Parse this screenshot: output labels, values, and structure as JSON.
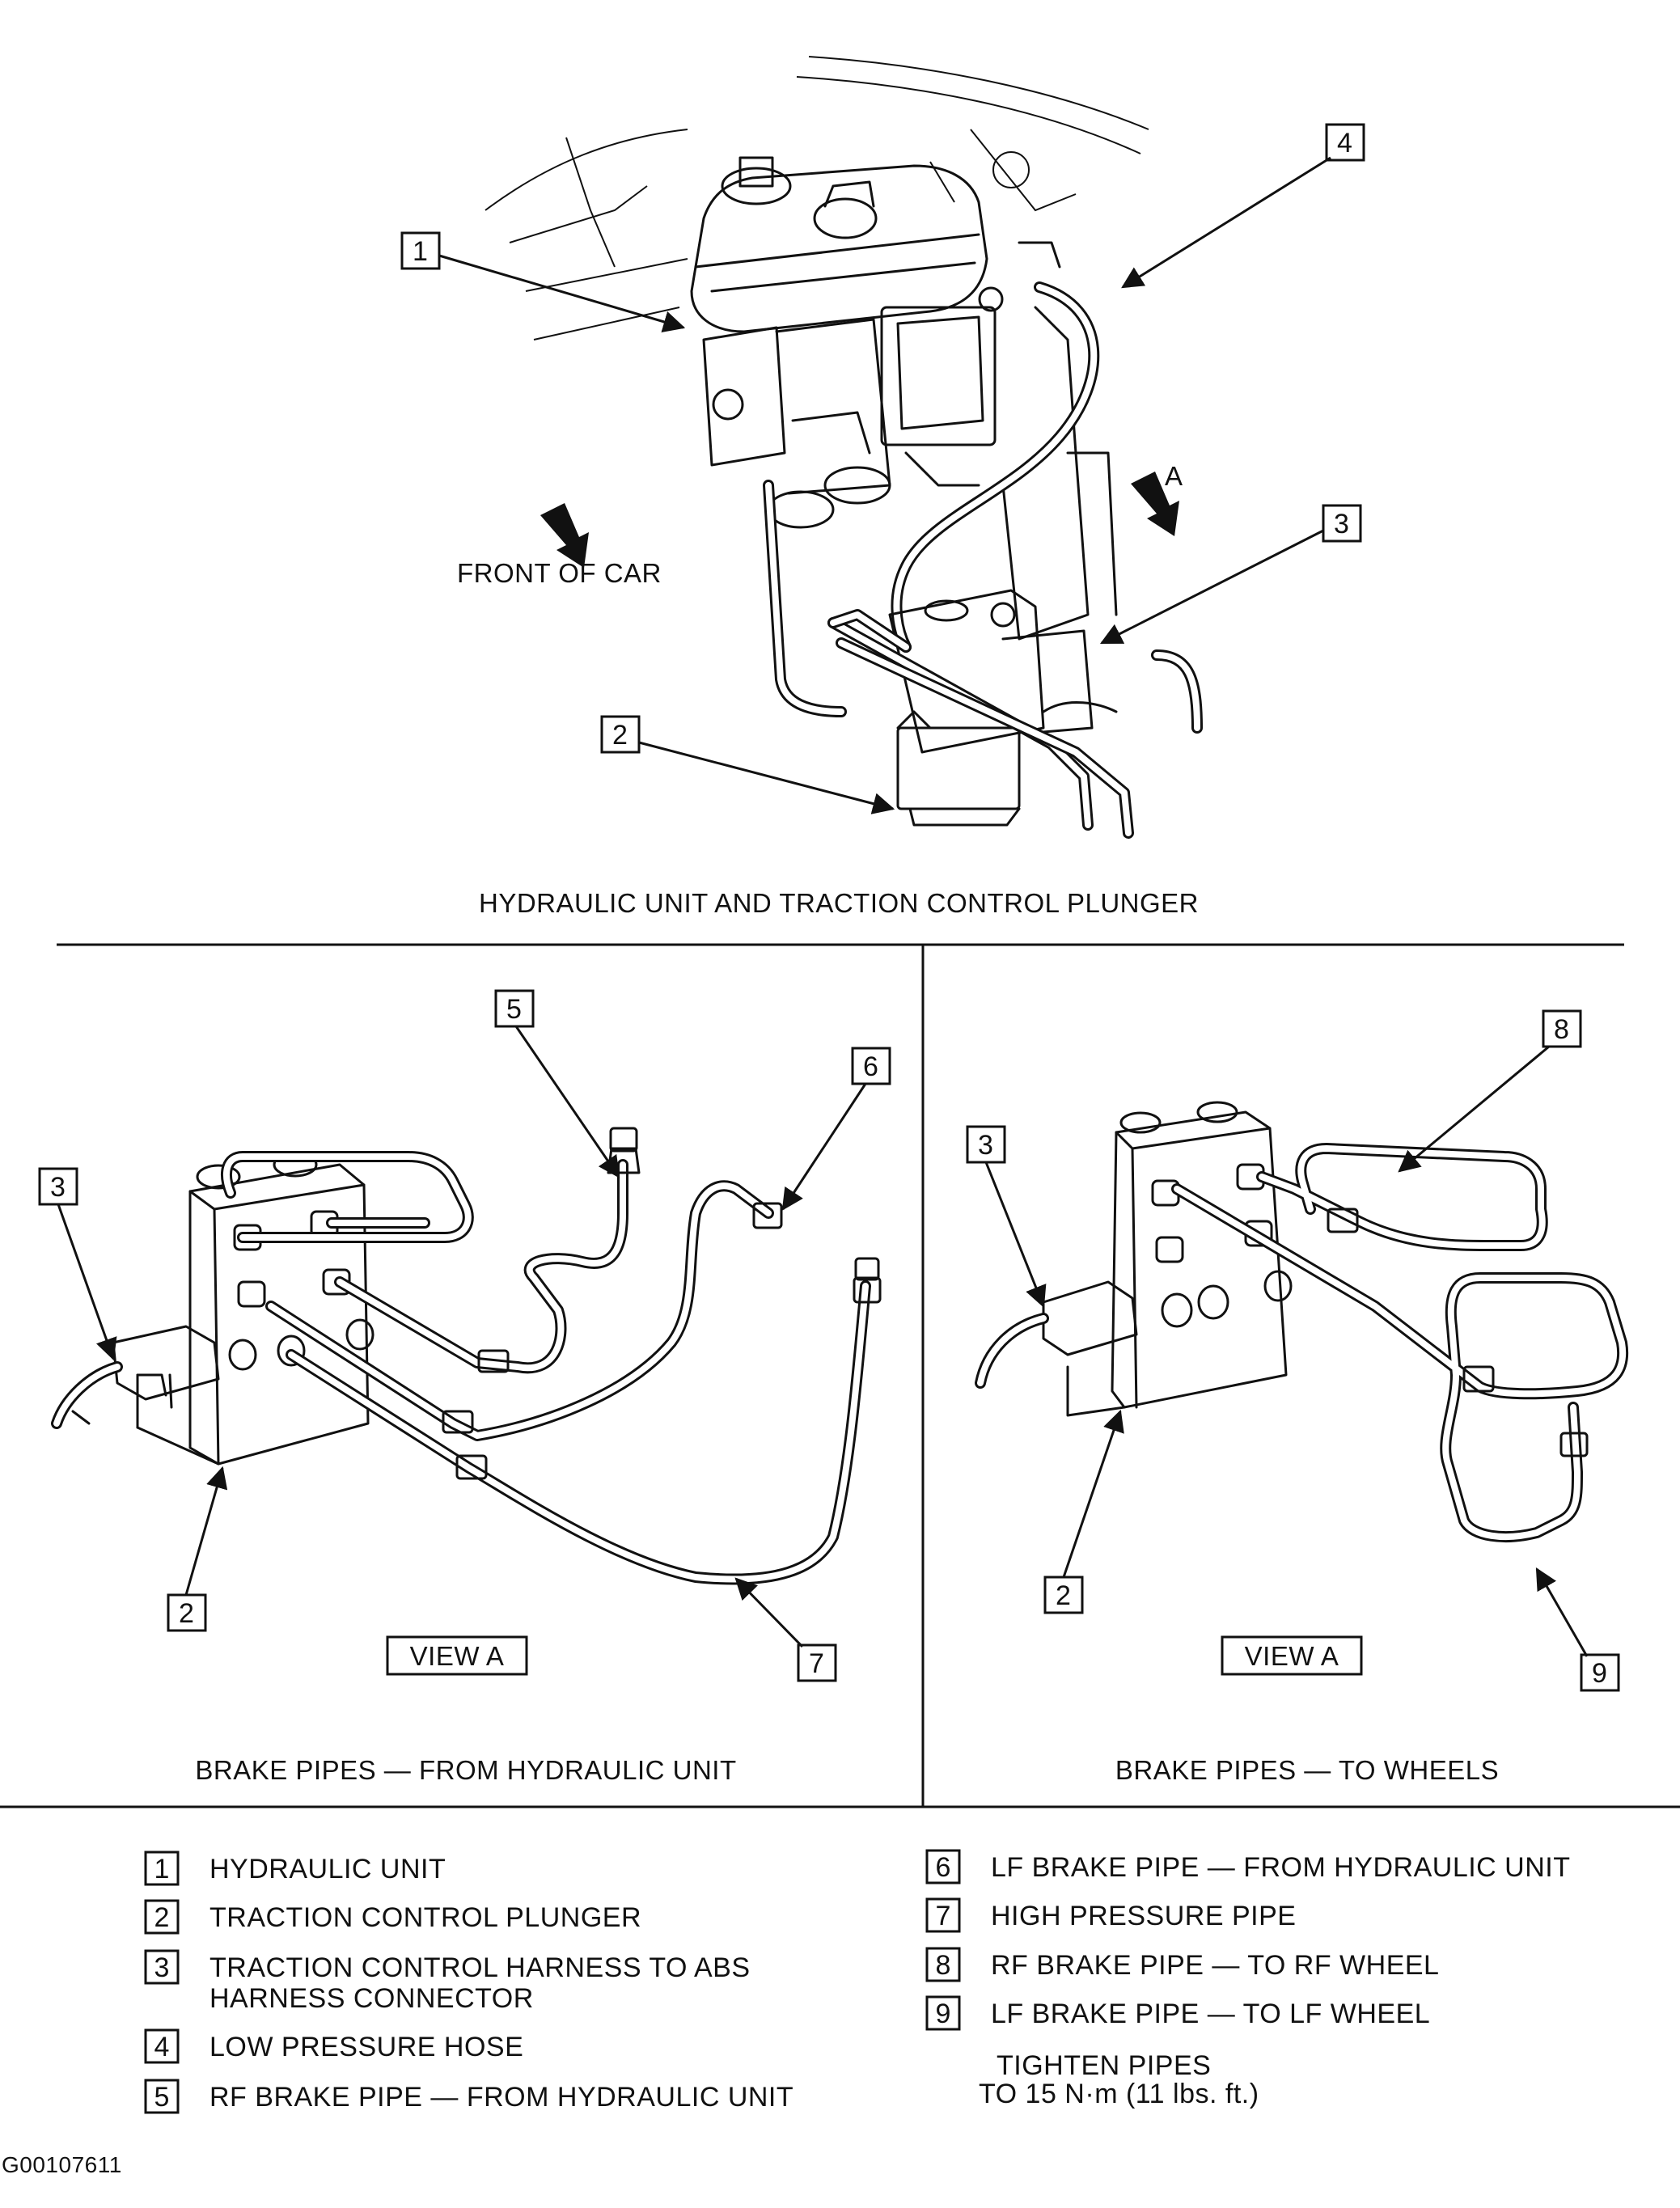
{
  "top_view": {
    "caption": "HYDRAULIC UNIT AND TRACTION CONTROL PLUNGER",
    "front_label": "FRONT OF CAR",
    "view_marker": "A",
    "callouts": [
      "1",
      "2",
      "3",
      "4"
    ]
  },
  "left_view": {
    "view_label": "VIEW A",
    "caption": "BRAKE PIPES — FROM HYDRAULIC UNIT",
    "callouts": [
      "2",
      "3",
      "5",
      "6",
      "7"
    ]
  },
  "right_view": {
    "view_label": "VIEW A",
    "caption": "BRAKE PIPES — TO WHEELS",
    "callouts": [
      "2",
      "3",
      "8",
      "9"
    ]
  },
  "legend": {
    "items": [
      {
        "num": "1",
        "text": "HYDRAULIC UNIT"
      },
      {
        "num": "2",
        "text": "TRACTION CONTROL PLUNGER"
      },
      {
        "num": "3",
        "text": "TRACTION CONTROL HARNESS TO ABS",
        "text2": "HARNESS CONNECTOR"
      },
      {
        "num": "4",
        "text": "LOW PRESSURE HOSE"
      },
      {
        "num": "5",
        "text": "RF BRAKE PIPE — FROM HYDRAULIC UNIT"
      },
      {
        "num": "6",
        "text": "LF BRAKE PIPE — FROM HYDRAULIC UNIT"
      },
      {
        "num": "7",
        "text": "HIGH PRESSURE PIPE"
      },
      {
        "num": "8",
        "text": "RF BRAKE PIPE — TO RF WHEEL"
      },
      {
        "num": "9",
        "text": "LF BRAKE PIPE — TO LF WHEEL"
      }
    ],
    "note_line1": "TIGHTEN PIPES",
    "note_line2": "TO 15 N·m (11 lbs. ft.)"
  },
  "figure_id": "G00107611"
}
